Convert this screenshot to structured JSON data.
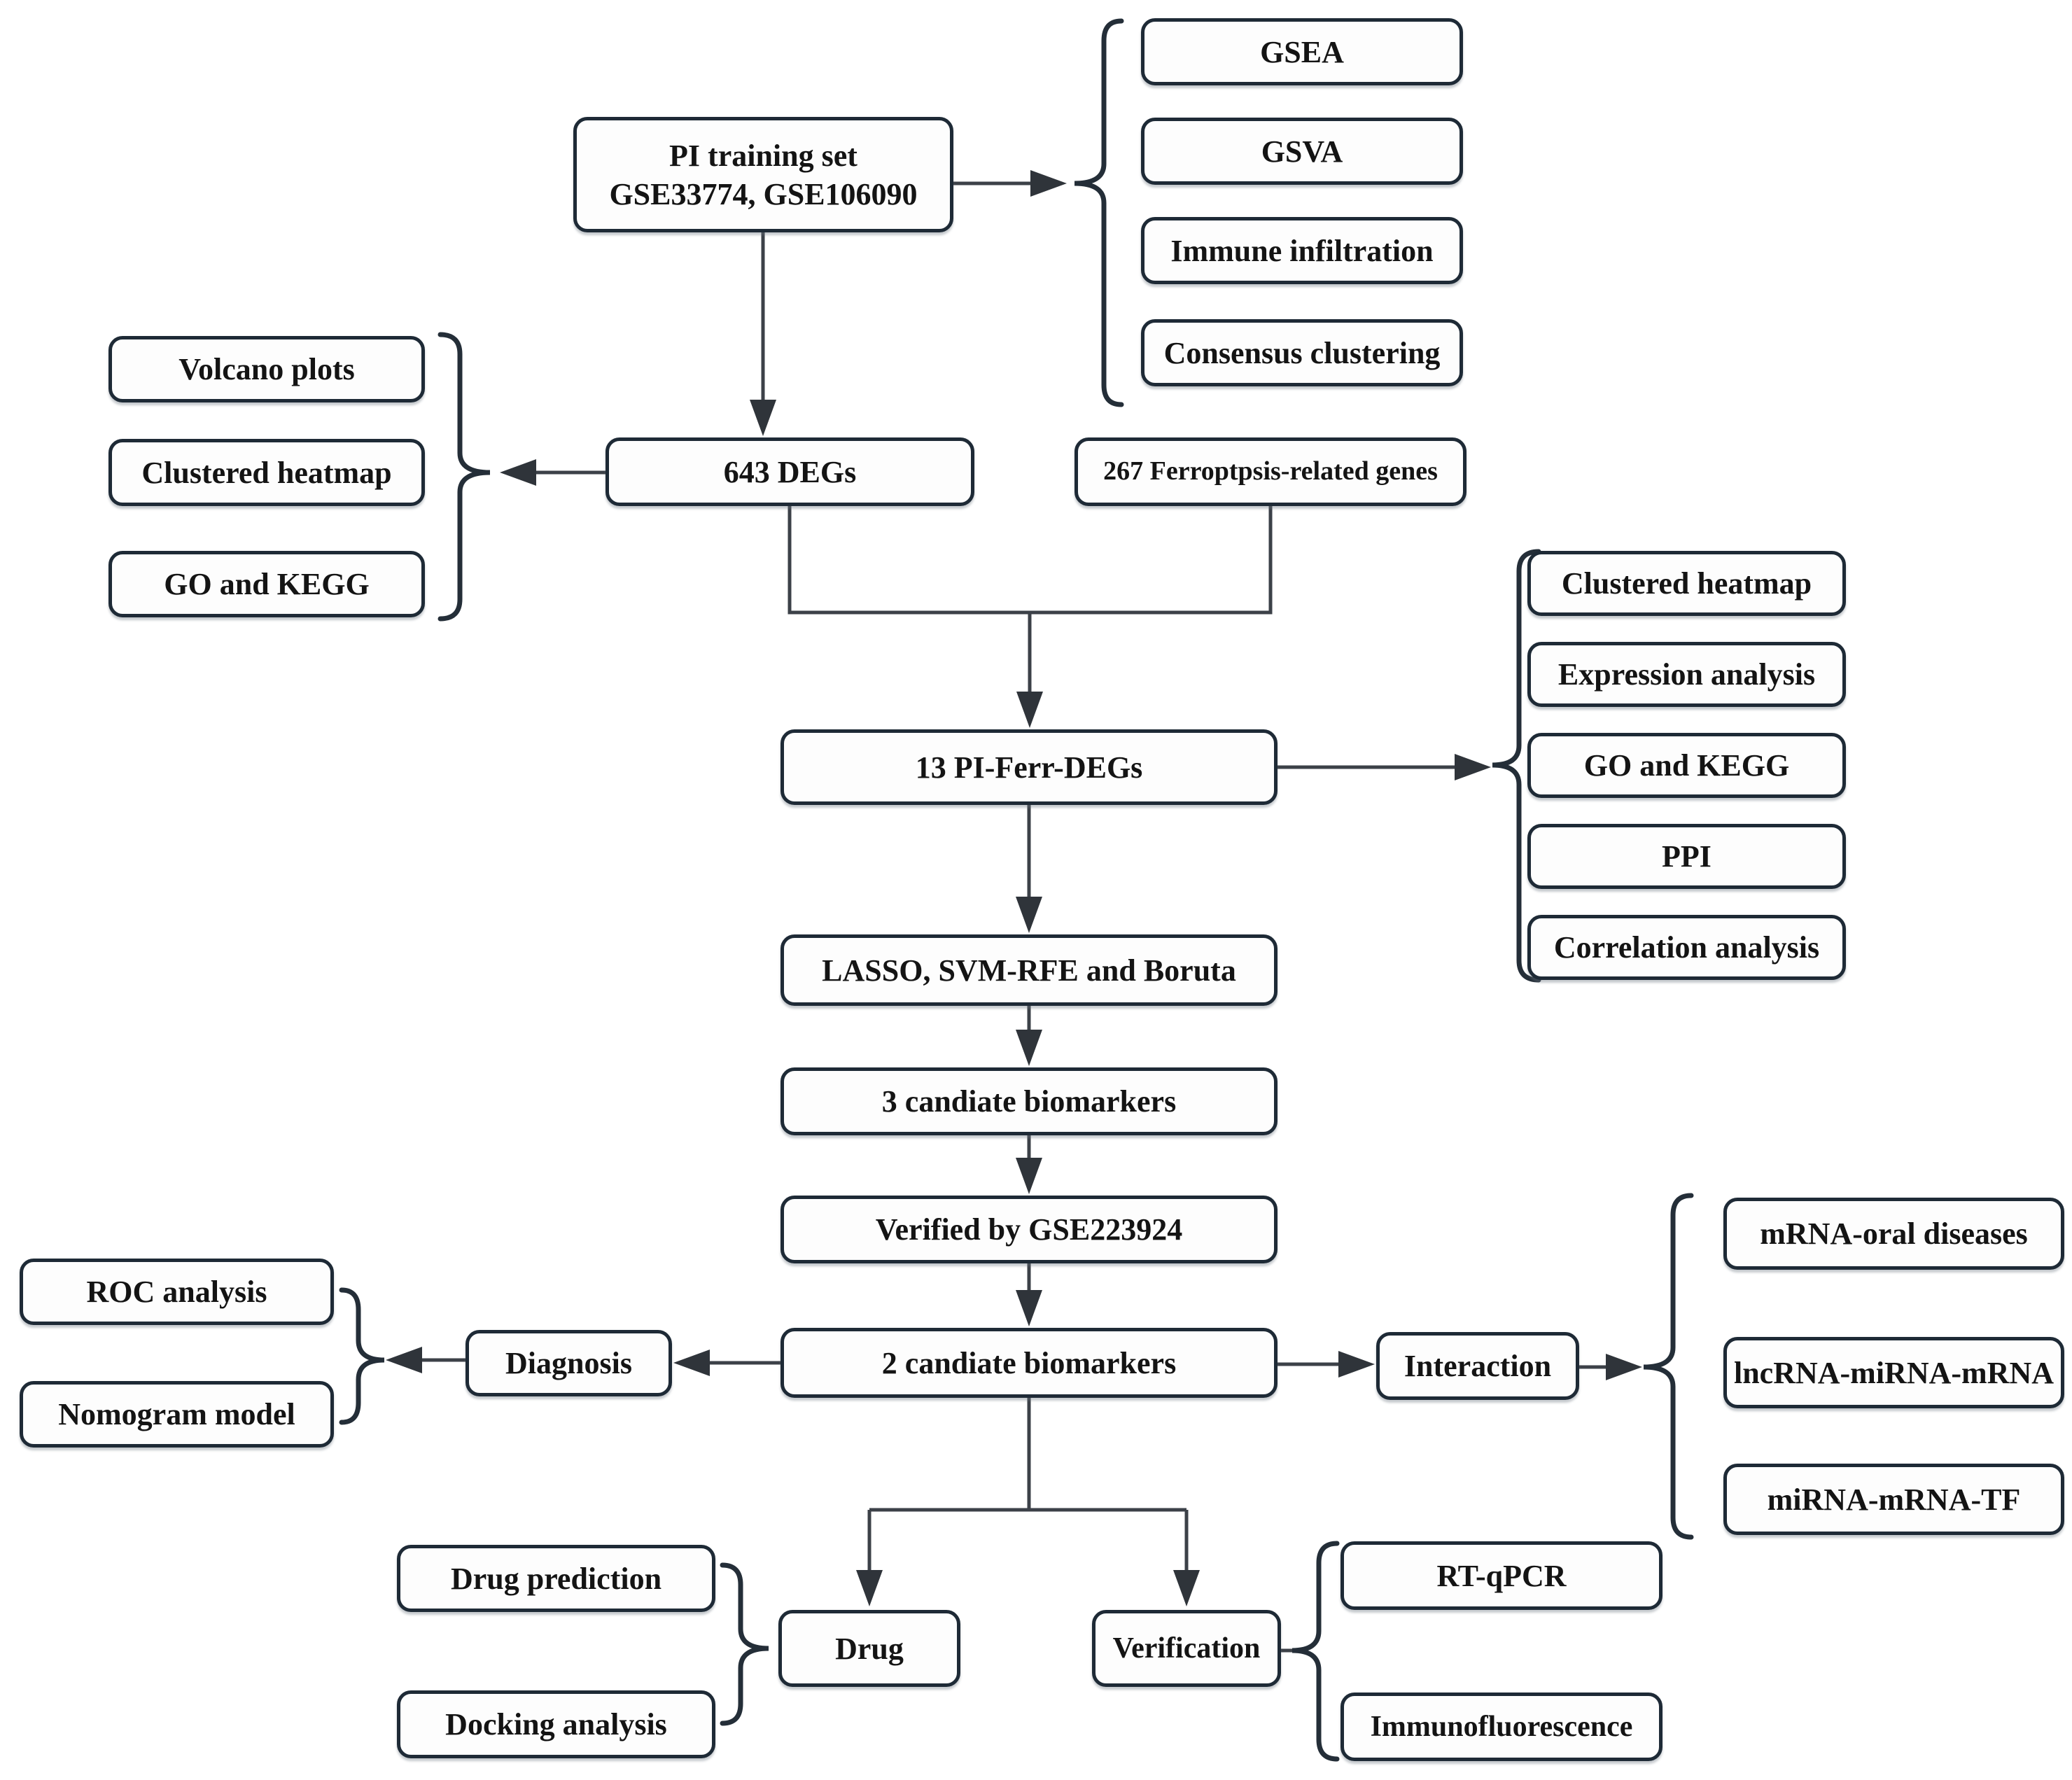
{
  "diagram": {
    "type": "flowchart",
    "nodes": {
      "pi_training": {
        "label": "PI training set\nGSE33774, GSE106090"
      },
      "gsea": {
        "label": "GSEA"
      },
      "gsva": {
        "label": "GSVA"
      },
      "immune_infiltration": {
        "label": "Immune infiltration"
      },
      "consensus_clustering": {
        "label": "Consensus clustering"
      },
      "volcano_plots": {
        "label": "Volcano plots"
      },
      "clustered_heatmap_left": {
        "label": "Clustered heatmap"
      },
      "go_kegg_left": {
        "label": "GO and KEGG"
      },
      "degs_643": {
        "label": "643 DEGs"
      },
      "ferroptosis_genes": {
        "label": "267 Ferroptpsis-related genes"
      },
      "pi_ferr_degs": {
        "label": "13 PI-Ferr-DEGs"
      },
      "clustered_heatmap_right": {
        "label": "Clustered heatmap"
      },
      "expression_analysis": {
        "label": "Expression analysis"
      },
      "go_kegg_right": {
        "label": "GO and KEGG"
      },
      "ppi": {
        "label": "PPI"
      },
      "correlation_analysis": {
        "label": "Correlation analysis"
      },
      "lasso": {
        "label": "LASSO, SVM-RFE and Boruta"
      },
      "candidate3": {
        "label": "3 candiate biomarkers"
      },
      "verified": {
        "label": "Verified by GSE223924"
      },
      "candidate2": {
        "label": "2 candiate biomarkers"
      },
      "diagnosis": {
        "label": "Diagnosis"
      },
      "roc_analysis": {
        "label": "ROC analysis"
      },
      "nomogram_model": {
        "label": "Nomogram model"
      },
      "interaction": {
        "label": "Interaction"
      },
      "mrna_oral": {
        "label": "mRNA-oral diseases"
      },
      "lncrna_mirna_mrna": {
        "label": "lncRNA-miRNA-mRNA"
      },
      "mirna_mrna_tf": {
        "label": "miRNA-mRNA-TF"
      },
      "drug_prediction": {
        "label": "Drug prediction"
      },
      "docking_analysis": {
        "label": "Docking analysis"
      },
      "drug": {
        "label": "Drug"
      },
      "verification": {
        "label": "Verification"
      },
      "rt_qpcr": {
        "label": "RT-qPCR"
      },
      "immunofluorescence": {
        "label": "Immunofluorescence"
      }
    },
    "edges": [
      [
        "pi_training",
        "gsea"
      ],
      [
        "pi_training",
        "gsva"
      ],
      [
        "pi_training",
        "immune_infiltration"
      ],
      [
        "pi_training",
        "consensus_clustering"
      ],
      [
        "pi_training",
        "degs_643"
      ],
      [
        "degs_643",
        "volcano_plots"
      ],
      [
        "degs_643",
        "clustered_heatmap_left"
      ],
      [
        "degs_643",
        "go_kegg_left"
      ],
      [
        "degs_643",
        "pi_ferr_degs"
      ],
      [
        "ferroptosis_genes",
        "pi_ferr_degs"
      ],
      [
        "pi_ferr_degs",
        "clustered_heatmap_right"
      ],
      [
        "pi_ferr_degs",
        "expression_analysis"
      ],
      [
        "pi_ferr_degs",
        "go_kegg_right"
      ],
      [
        "pi_ferr_degs",
        "ppi"
      ],
      [
        "pi_ferr_degs",
        "correlation_analysis"
      ],
      [
        "pi_ferr_degs",
        "lasso"
      ],
      [
        "lasso",
        "candidate3"
      ],
      [
        "candidate3",
        "verified"
      ],
      [
        "verified",
        "candidate2"
      ],
      [
        "candidate2",
        "diagnosis"
      ],
      [
        "diagnosis",
        "roc_analysis"
      ],
      [
        "diagnosis",
        "nomogram_model"
      ],
      [
        "candidate2",
        "interaction"
      ],
      [
        "interaction",
        "mrna_oral"
      ],
      [
        "interaction",
        "lncrna_mirna_mrna"
      ],
      [
        "interaction",
        "mirna_mrna_tf"
      ],
      [
        "candidate2",
        "drug"
      ],
      [
        "candidate2",
        "verification"
      ],
      [
        "drug_prediction",
        "drug"
      ],
      [
        "docking_analysis",
        "drug"
      ],
      [
        "verification",
        "rt_qpcr"
      ],
      [
        "verification",
        "immunofluorescence"
      ]
    ],
    "colors": {
      "box_border": "#1e2a36",
      "box_fill": "#fdfdfd",
      "connector": "#3c4148",
      "arrowhead": "#2f343a",
      "text": "#141414",
      "background": "#ffffff"
    }
  }
}
